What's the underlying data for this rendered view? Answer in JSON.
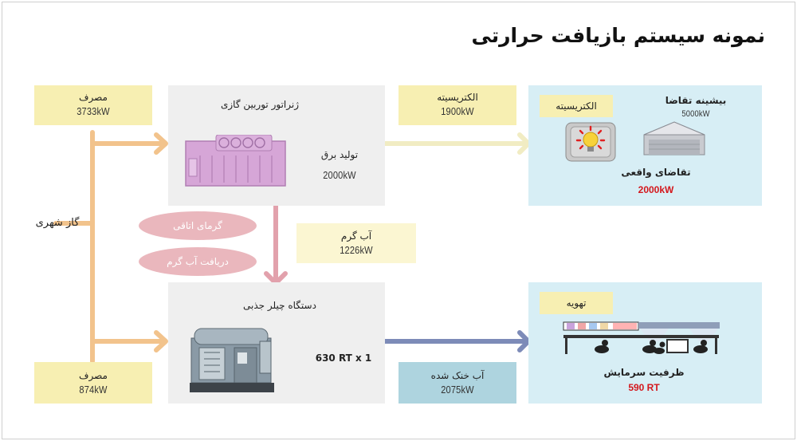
{
  "title": "نمونه سیستم بازیافت حرارتی",
  "colors": {
    "orange_flow": "#f2c38c",
    "pink_flow": "#e2a1ac",
    "lightyellow_flow": "#f1ecc3",
    "blue_flow": "#7d8bb8",
    "yellow_box": "#f7efb2",
    "gray_box": "#efefef",
    "blue_box": "#d7eef5",
    "teal_box": "#aed4df",
    "highlight_red": "#d4171c"
  },
  "city_gas": {
    "label": "گاز شهری"
  },
  "consumption_top": {
    "label": "مصرف",
    "value": "3733kW"
  },
  "consumption_bottom": {
    "label": "مصرف",
    "value": "874kW"
  },
  "generator": {
    "title": "ژنراتور توربین گازی",
    "production_label": "تولید برق",
    "production_value": "2000kW",
    "icon": "gas-turbine-generator-icon"
  },
  "space_heating": {
    "label": "گرمای اتاقی"
  },
  "hot_water_recovery": {
    "label": "دریافت آب گرم"
  },
  "hot_water": {
    "label": "آب گرم",
    "value": "1226kW"
  },
  "chiller": {
    "title": "دستگاه چیلر جذبی",
    "capacity": "630 RT x 1",
    "icon": "absorption-chiller-icon"
  },
  "electricity_flow": {
    "label": "الکتریسیته",
    "value": "1900kW"
  },
  "chilled_water": {
    "label": "آب خنک شده",
    "value": "2075kW"
  },
  "electricity_panel": {
    "badge": "الکتریسیته",
    "peak_label": "بیشینه تقاضا",
    "peak_value": "5000kW",
    "actual_label": "تقاضای واقعی",
    "actual_value": "2000kW",
    "bulb_icon": "light-bulb-icon",
    "factory_icon": "factory-building-icon"
  },
  "ventilation_panel": {
    "badge": "تهویه",
    "capacity_label": "ظرفیت سرمایش",
    "capacity_value": "590 RT",
    "icon": "ventilation-workers-icon"
  }
}
